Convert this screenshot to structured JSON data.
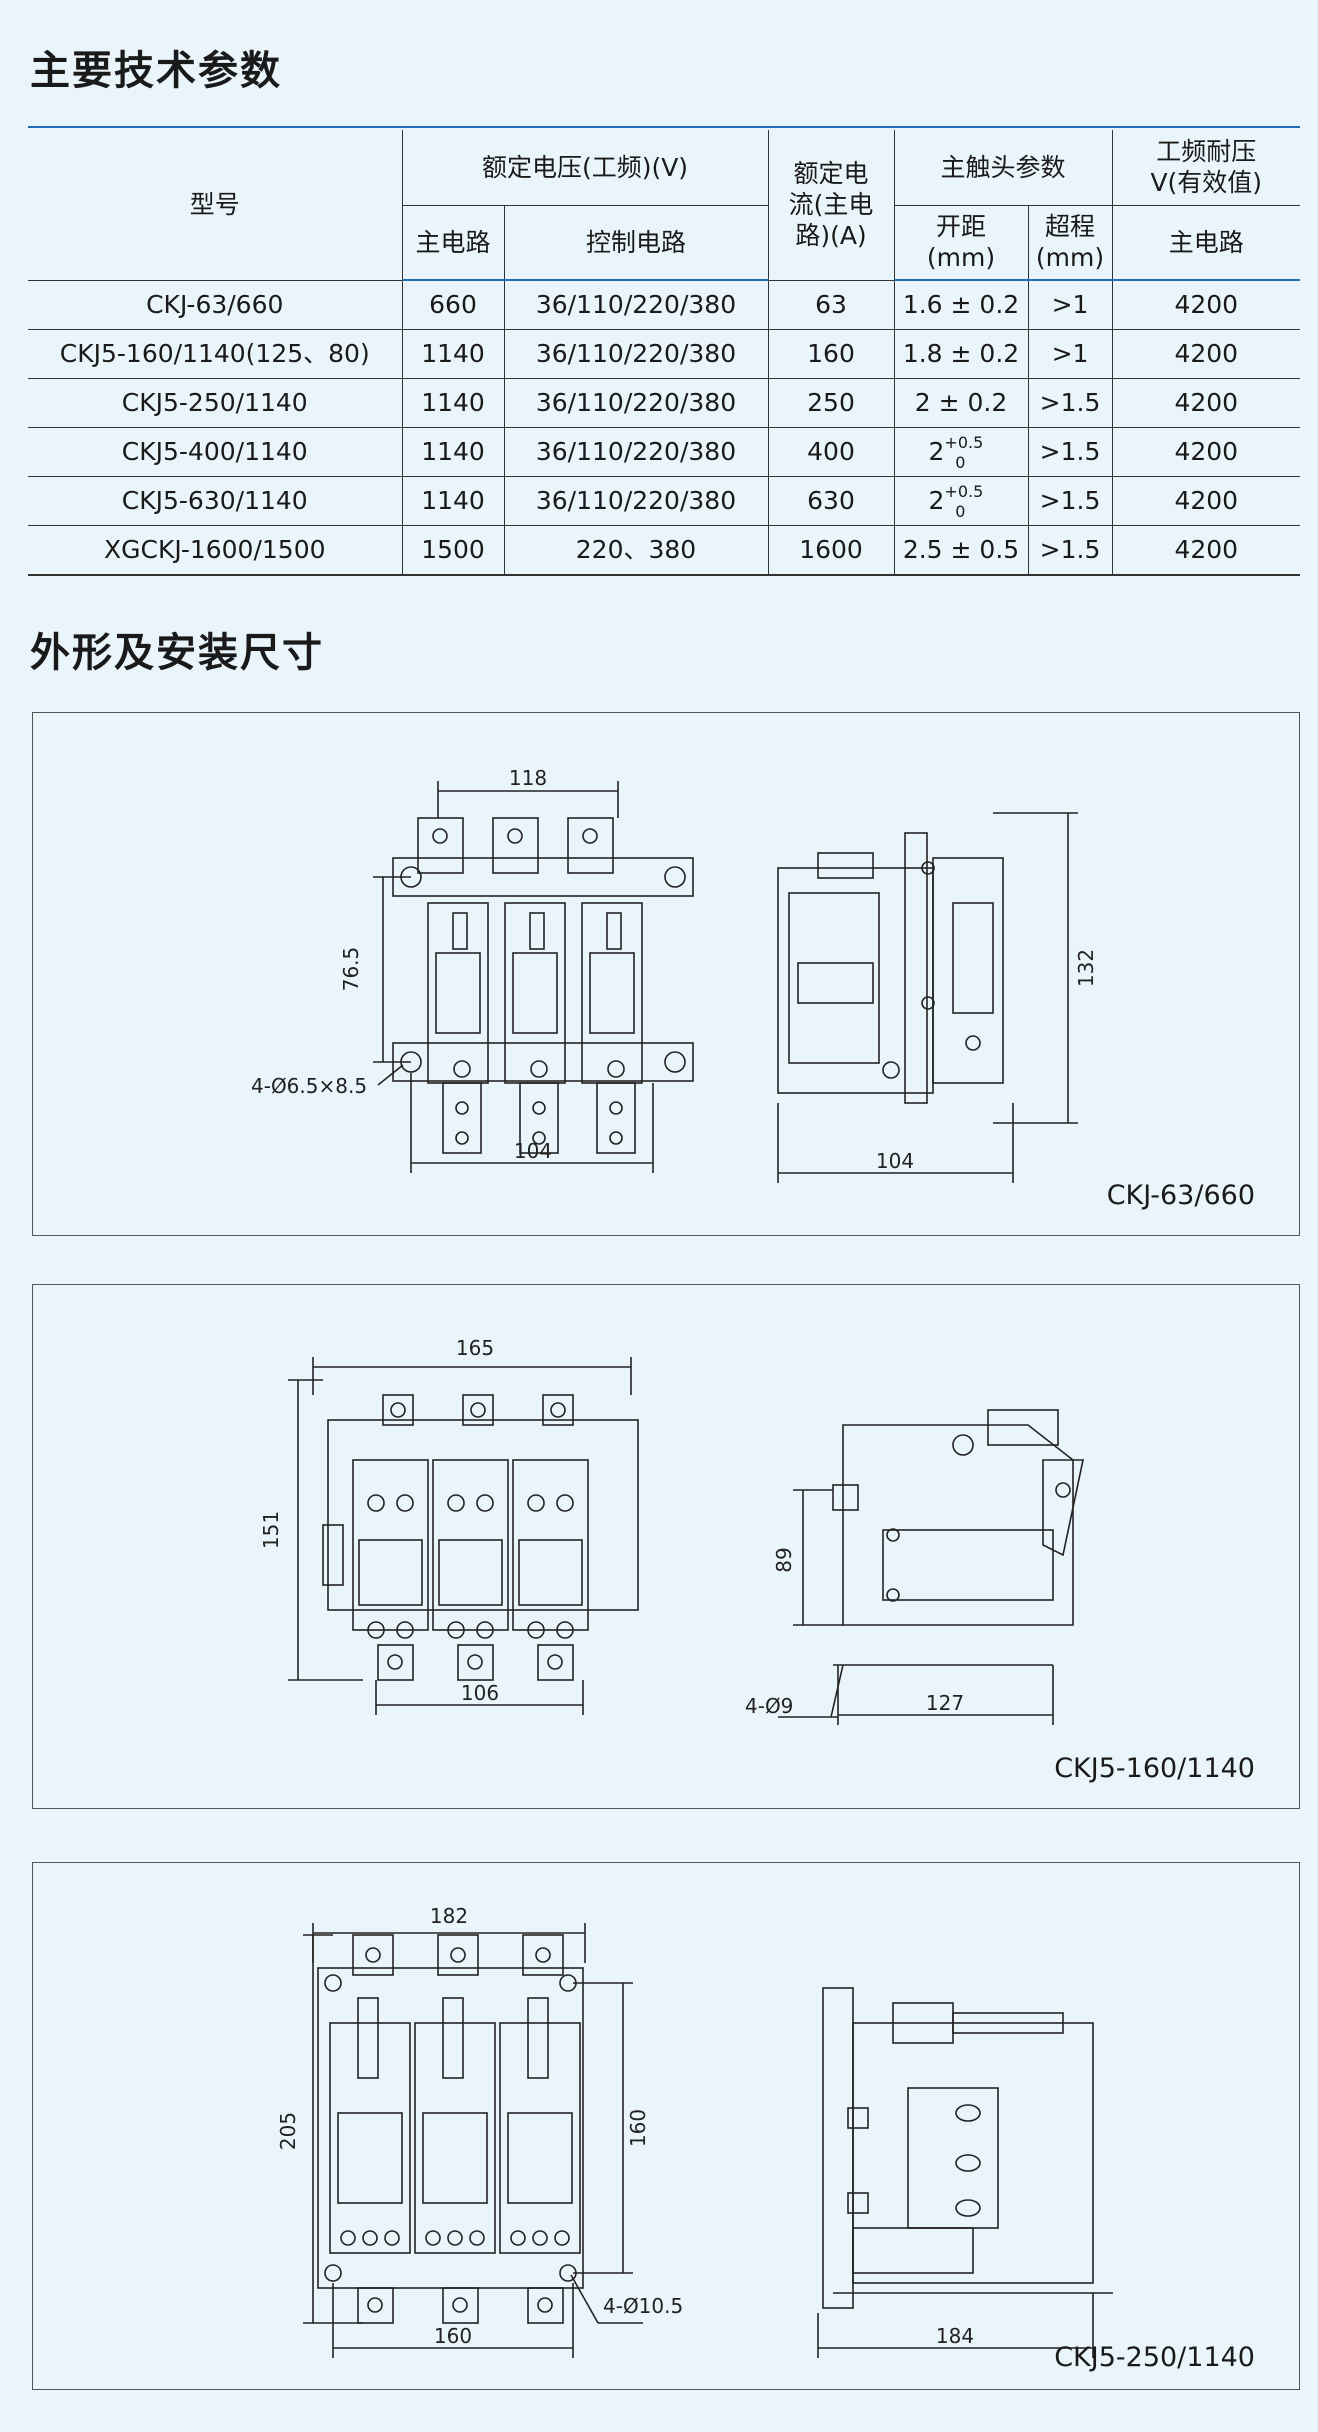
{
  "section1_title": "主要技术参数",
  "section2_title": "外形及安装尺寸",
  "table": {
    "h_model": "型号",
    "h_rated_voltage": "额定电压(工频)(V)",
    "h_main_circuit": "主电路",
    "h_control_circuit": "控制电路",
    "h_rated_current": "额定电流(主电路)(A)",
    "h_main_contact": "主触头参数",
    "h_gap": "开距(mm)",
    "h_overtravel": "超程(mm)",
    "h_withstand": "工频耐压 V(有效值)",
    "h_withstand_main": "主电路",
    "rows": [
      {
        "model": "CKJ-63/660",
        "main": "660",
        "control": "36/110/220/380",
        "current": "63",
        "gap": "1.6 ± 0.2",
        "over": ">1",
        "withstand": "4200"
      },
      {
        "model": "CKJ5-160/1140(125、80)",
        "main": "1140",
        "control": "36/110/220/380",
        "current": "160",
        "gap": "1.8 ± 0.2",
        "over": ">1",
        "withstand": "4200"
      },
      {
        "model": "CKJ5-250/1140",
        "main": "1140",
        "control": "36/110/220/380",
        "current": "250",
        "gap": "2 ± 0.2",
        "over": ">1.5",
        "withstand": "4200"
      },
      {
        "model": "CKJ5-400/1140",
        "main": "1140",
        "control": "36/110/220/380",
        "current": "400",
        "gap_base": "2",
        "gap_sup": "+0.5",
        "gap_sub": "0",
        "over": ">1.5",
        "withstand": "4200"
      },
      {
        "model": "CKJ5-630/1140",
        "main": "1140",
        "control": "36/110/220/380",
        "current": "630",
        "gap_base": "2",
        "gap_sup": "+0.5",
        "gap_sub": "0",
        "over": ">1.5",
        "withstand": "4200"
      },
      {
        "model": "XGCKJ-1600/1500",
        "main": "1500",
        "control": "220、380",
        "current": "1600",
        "gap": "2.5 ± 0.5",
        "over": ">1.5",
        "withstand": "4200"
      }
    ]
  },
  "panels": [
    {
      "label": "CKJ-63/660",
      "dims": {
        "top": "118",
        "left": "76.5",
        "bottom_front": "104",
        "hole": "4-Ø6.5×8.5",
        "right": "132",
        "bottom_side": "104"
      }
    },
    {
      "label": "CKJ5-160/1140",
      "dims": {
        "top": "165",
        "left": "151",
        "bottom_front": "106",
        "side_height": "89",
        "hole": "4-Ø9",
        "bottom_side": "127"
      }
    },
    {
      "label": "CKJ5-250/1140",
      "dims": {
        "top": "182",
        "left": "205",
        "right_front": "160",
        "bottom_front": "160",
        "hole": "4-Ø10.5",
        "bottom_side": "184"
      }
    }
  ],
  "colors": {
    "background": "#eaf4fb",
    "accent_rule": "#1f6fb0",
    "line": "#333333"
  }
}
